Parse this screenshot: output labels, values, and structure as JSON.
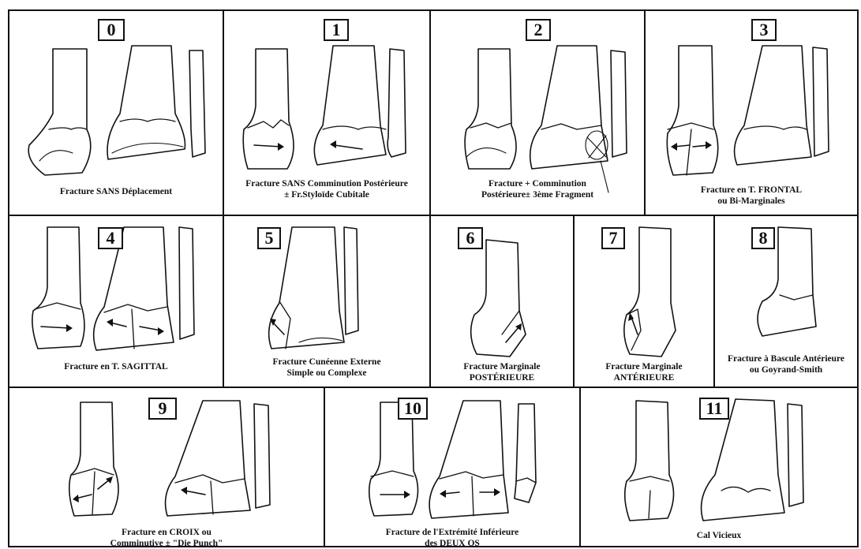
{
  "panels": [
    {
      "number": "0",
      "caption": [
        "Fracture SANS Déplacement"
      ]
    },
    {
      "number": "1",
      "caption": [
        "Fracture SANS Comminution Postérieure",
        "± Fr.Styloïde Cubitale"
      ]
    },
    {
      "number": "2",
      "caption": [
        "Fracture + Comminution",
        "Postérieure± 3ème Fragment"
      ]
    },
    {
      "number": "3",
      "caption": [
        "Fracture  en T. FRONTAL",
        "ou Bi-Marginales"
      ]
    },
    {
      "number": "4",
      "caption": [
        "Fracture en T.  SAGITTAL"
      ]
    },
    {
      "number": "5",
      "caption": [
        "Fracture Cunéenne Externe",
        "Simple ou Complexe"
      ]
    },
    {
      "number": "6",
      "caption": [
        "Fracture Marginale",
        "POSTÉRIEURE"
      ]
    },
    {
      "number": "7",
      "caption": [
        "Fracture Marginale",
        "ANTÉRIEURE"
      ]
    },
    {
      "number": "8",
      "caption": [
        "Fracture à Bascule Antérieure",
        "ou  Goyrand-Smith"
      ]
    },
    {
      "number": "9",
      "caption": [
        "Fracture  en CROIX  ou",
        "Comminutive ± \"Die Punch\""
      ]
    },
    {
      "number": "10",
      "caption": [
        "Fracture de l'Extrémité Inférieure",
        "des DEUX OS"
      ]
    },
    {
      "number": "11",
      "caption": [
        "Cal Vicieux"
      ]
    }
  ]
}
